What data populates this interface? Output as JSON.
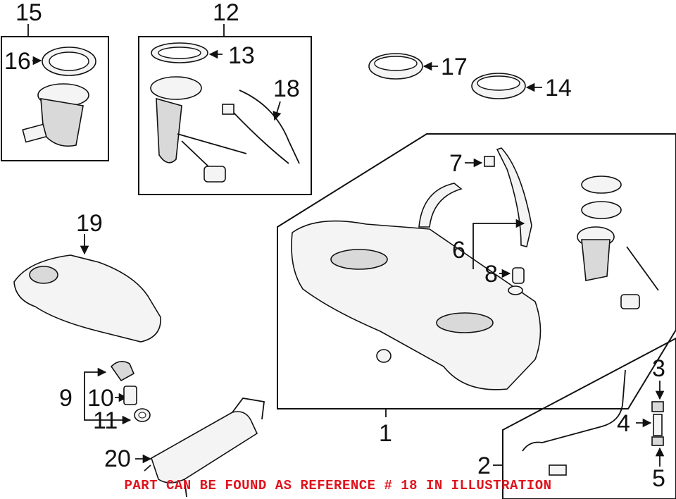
{
  "callouts": {
    "c1": "1",
    "c2": "2",
    "c3": "3",
    "c4": "4",
    "c5": "5",
    "c6": "6",
    "c7": "7",
    "c8": "8",
    "c9": "9",
    "c10": "10",
    "c11": "11",
    "c12": "12",
    "c13": "13",
    "c14": "14",
    "c15": "15",
    "c16": "16",
    "c17": "17",
    "c18": "18",
    "c19": "19",
    "c20": "20"
  },
  "footnote": "PART CAN BE FOUND AS REFERENCE # 18 IN ILLUSTRATION",
  "colors": {
    "footnote": "#e0141e",
    "ink": "#111111"
  }
}
